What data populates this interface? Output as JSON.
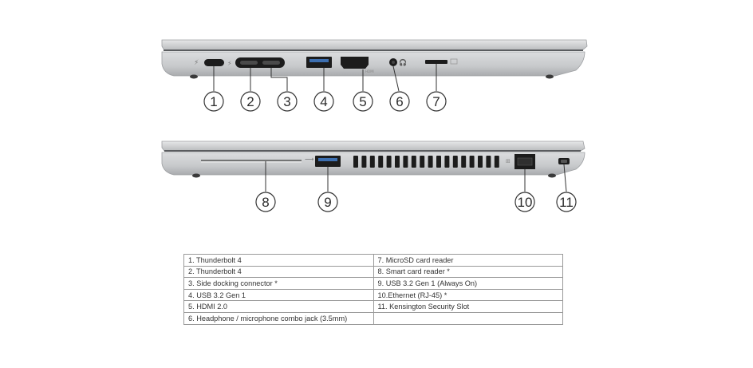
{
  "callouts": {
    "top": [
      "1",
      "2",
      "3",
      "4",
      "5",
      "6",
      "7"
    ],
    "bottom": [
      "8",
      "9",
      "10",
      "11"
    ]
  },
  "icons": [
    "thunderbolt-icon",
    "usb-icon",
    "hdmi-icon",
    "headset-icon",
    "sd-card-icon",
    "ethernet-icon",
    "lock-slot-icon"
  ],
  "legend": {
    "left": [
      "1.   Thunderbolt 4",
      "2.   Thunderbolt 4",
      "3.   Side docking connector *",
      "4.   USB 3.2 Gen 1",
      "5.   HDMI 2.0",
      "6.   Headphone / microphone combo jack (3.5mm)"
    ],
    "right": [
      "7.   MicroSD card reader",
      "8.   Smart card reader *",
      "9.   USB 3.2 Gen 1 (Always On)",
      "10.Ethernet (RJ-45) *",
      "11.  Kensington Security Slot",
      ""
    ]
  },
  "colors": {
    "chassis": "#c9cbcd",
    "chassis_dark": "#8e9194",
    "port": "#1c1c1c",
    "background": "#ffffff"
  }
}
